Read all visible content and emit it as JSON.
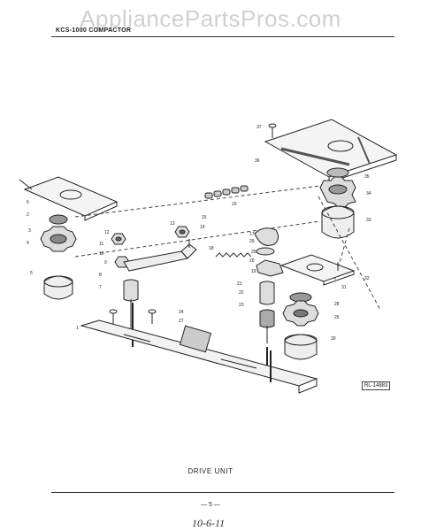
{
  "watermark": "AppliancePartsPros.com",
  "header": {
    "model": "KCS-1000 COMPACTOR"
  },
  "diagram": {
    "callouts": [
      "37",
      "36",
      "35",
      "34",
      "33",
      "32",
      "31",
      "30",
      "29",
      "28",
      "27",
      "26",
      "25",
      "24",
      "23",
      "22",
      "21",
      "20",
      "19",
      "18",
      "17",
      "16",
      "15",
      "14",
      "13",
      "12",
      "11",
      "10",
      "9",
      "8",
      "7",
      "6",
      "5",
      "4",
      "3",
      "2",
      "1"
    ],
    "ref_code": "RL-14883"
  },
  "caption": "DRIVE UNIT",
  "page_number": "— 5 —",
  "handwriting": "10-6-11"
}
